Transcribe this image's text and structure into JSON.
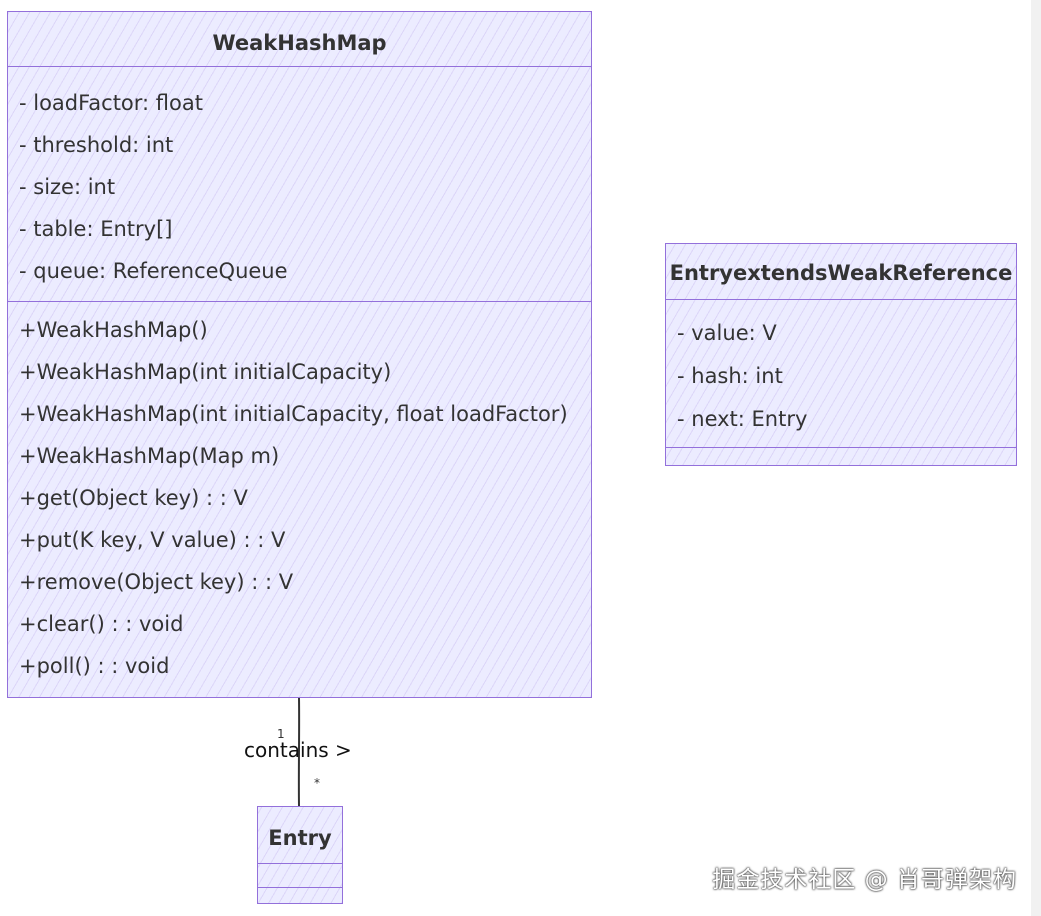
{
  "classes": {
    "weakhashmap": {
      "name": "WeakHashMap",
      "attributes": [
        "- loadFactor: float",
        "- threshold: int",
        "- size: int",
        "- table: Entry[]",
        "- queue: ReferenceQueue"
      ],
      "methods": [
        "+WeakHashMap()",
        "+WeakHashMap(int initialCapacity)",
        "+WeakHashMap(int initialCapacity, float loadFactor)",
        "+WeakHashMap(Map m)",
        "+get(Object key) : : V",
        "+put(K key, V value) : : V",
        "+remove(Object key) : : V",
        "+clear() : : void",
        "+poll() : : void"
      ]
    },
    "entry_ref": {
      "name": "EntryextendsWeakReference",
      "attributes": [
        "- value: V",
        "- hash: int",
        "- next: Entry"
      ]
    },
    "entry": {
      "name": "Entry"
    }
  },
  "relation": {
    "label": "contains >",
    "source_cardinality": "1",
    "target_cardinality": "*"
  },
  "colors": {
    "class_border": "#9370db",
    "class_fill": "#ececff",
    "line": "#333333"
  },
  "watermark": "掘金技术社区 @ 肖哥弹架构"
}
